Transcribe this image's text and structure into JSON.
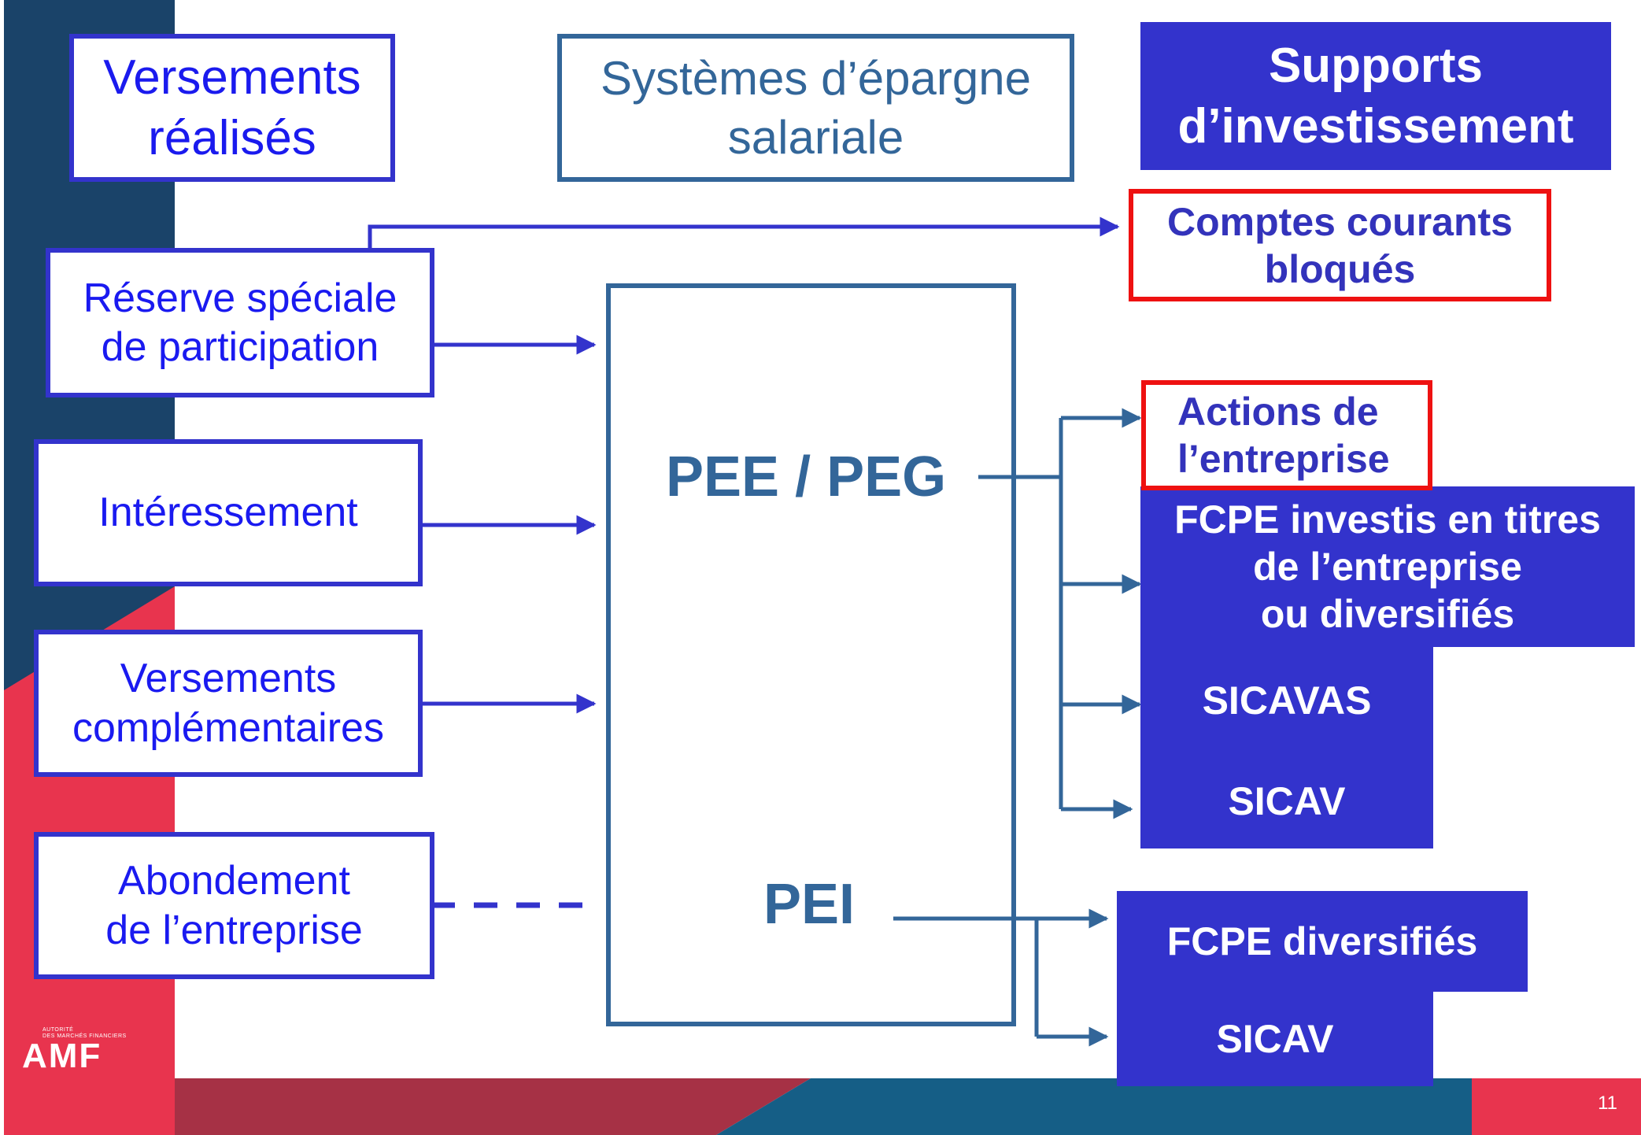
{
  "colors": {
    "dark_blue": "#1a4369",
    "red": "#e8344e",
    "dark_red": "#a63145",
    "teal": "#155e86",
    "source_blue": "#3333cc",
    "steel_blue": "#336699",
    "highlight_red": "#ee1111"
  },
  "headers": {
    "sources": "Versements\nréalisés",
    "systems": "Systèmes d’épargne\nsalariale",
    "supports": "Supports\nd’investissement"
  },
  "sources": [
    "Réserve spéciale\nde participation",
    "Intéressement",
    "Versements\ncomplémentaires",
    "Abondement\nde l’entreprise"
  ],
  "plans": {
    "pee_peg": "PEE / PEG",
    "pei": "PEI"
  },
  "destinations": {
    "comptes_courants": "Comptes courants\nbloqués",
    "actions": "Actions de\nl’entreprise",
    "fcpe_titres": "FCPE investis en titres\nde l’entreprise\nou diversifiés",
    "sicavas": "SICAVAS",
    "sicav_pee": "SICAV",
    "fcpe_diversifies": "FCPE diversifiés",
    "sicav_pei": "SICAV"
  },
  "logo": {
    "small_text": "AUTORITÉ\nDES MARCHÉS FINANCIERS",
    "name": "AMF"
  },
  "page_number": "11"
}
